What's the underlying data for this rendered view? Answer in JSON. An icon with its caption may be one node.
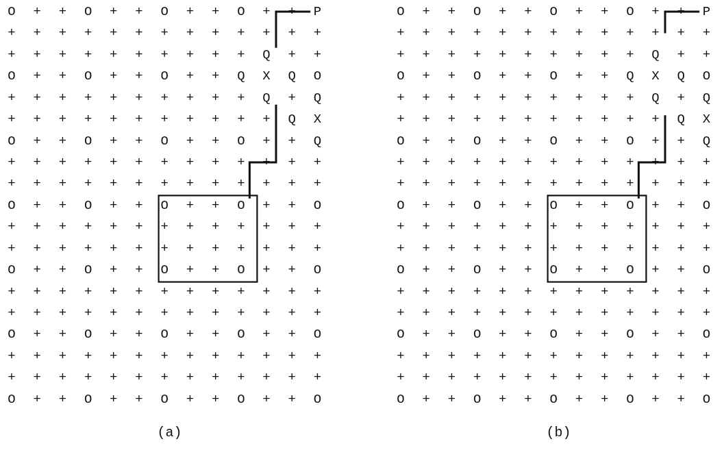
{
  "diagram": {
    "labels": [
      "O + + O + + O + + O + + P",
      "+ + + + + + + + + + + + +",
      "+ + + + + + + + + + Q + +",
      "O + + O + + O + + Q X Q O",
      "+ + + + + + + + + + Q + Q",
      "+ + + + + + + + + + + Q X",
      "O + + O + + O + + O + + Q",
      "+ + + + + + + + + + + + +",
      "+ + + + + + + + + + + + +",
      "O + + O + + O + + O + + O",
      "+ + + + + + + + + + + + +",
      "+ + + + + + + + + + + + +",
      "O + + O + + O + + O + + O",
      "+ + + + + + + + + + + + +",
      "+ + + + + + + + + + + + +",
      "O + + O + + O + + O + + O",
      "+ + + + + + + + + + + + +",
      "+ + + + + + + + + + + + +",
      "O + + O + + O + + O + + O",
      "(a)",
      "O + + O + + O + + O + + P",
      "+ + + + + + + + + + + + +",
      "+ + + + + + + + + + Q + +",
      "O + + O + + O + + Q X Q O",
      "+ + + + + + + + + + Q + Q",
      "+ + + + + + + + + + + Q X",
      "O + + O + + O + + O + + Q",
      "+ + + + + + + + + + + + +",
      "+ + + + + + + + + + + + +",
      "O + + O + + O + + O + + O",
      "+ + + + + + + + + + + + +",
      "+ + + + + + + + + + + + +",
      "O + + O + + O + + O + + O",
      "+ + + + + + + + + + + + +",
      "+ + + + + + + + + + + + +",
      "O + + O + + O + + O + + O",
      "+ + + + + + + + + + + + +",
      "+ + + + + + + + + + + + +",
      "O + + O + + O + + O + + O",
      "(b)"
    ]
  }
}
